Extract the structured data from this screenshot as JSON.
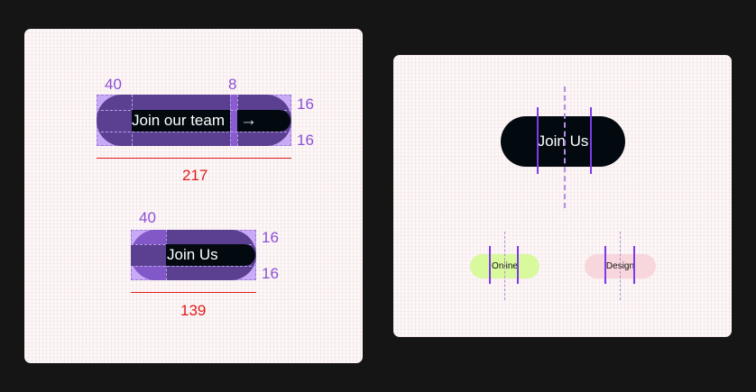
{
  "left_panel": {
    "button_long": {
      "label": "Join our team",
      "icon": "arrow-right-icon",
      "icon_glyph": "→",
      "padding_left": "40",
      "gap": "8",
      "padding_top": "16",
      "padding_bottom": "16",
      "width": "217"
    },
    "button_short": {
      "label": "Join Us",
      "padding_left": "40",
      "padding_top": "16",
      "padding_bottom": "16",
      "width": "139"
    }
  },
  "right_panel": {
    "button": {
      "label": "Join Us"
    },
    "chips": [
      {
        "label": "Online",
        "color": "#d9f99d"
      },
      {
        "label": "Design",
        "color": "#f8d7dc"
      }
    ]
  },
  "colors": {
    "background": "#151515",
    "card": "#fdf8f8",
    "measure_purple": "#8b4fd6",
    "measure_red": "#e01b1b",
    "button_dark": "#020a10",
    "button_purple": "#5b3f91"
  }
}
